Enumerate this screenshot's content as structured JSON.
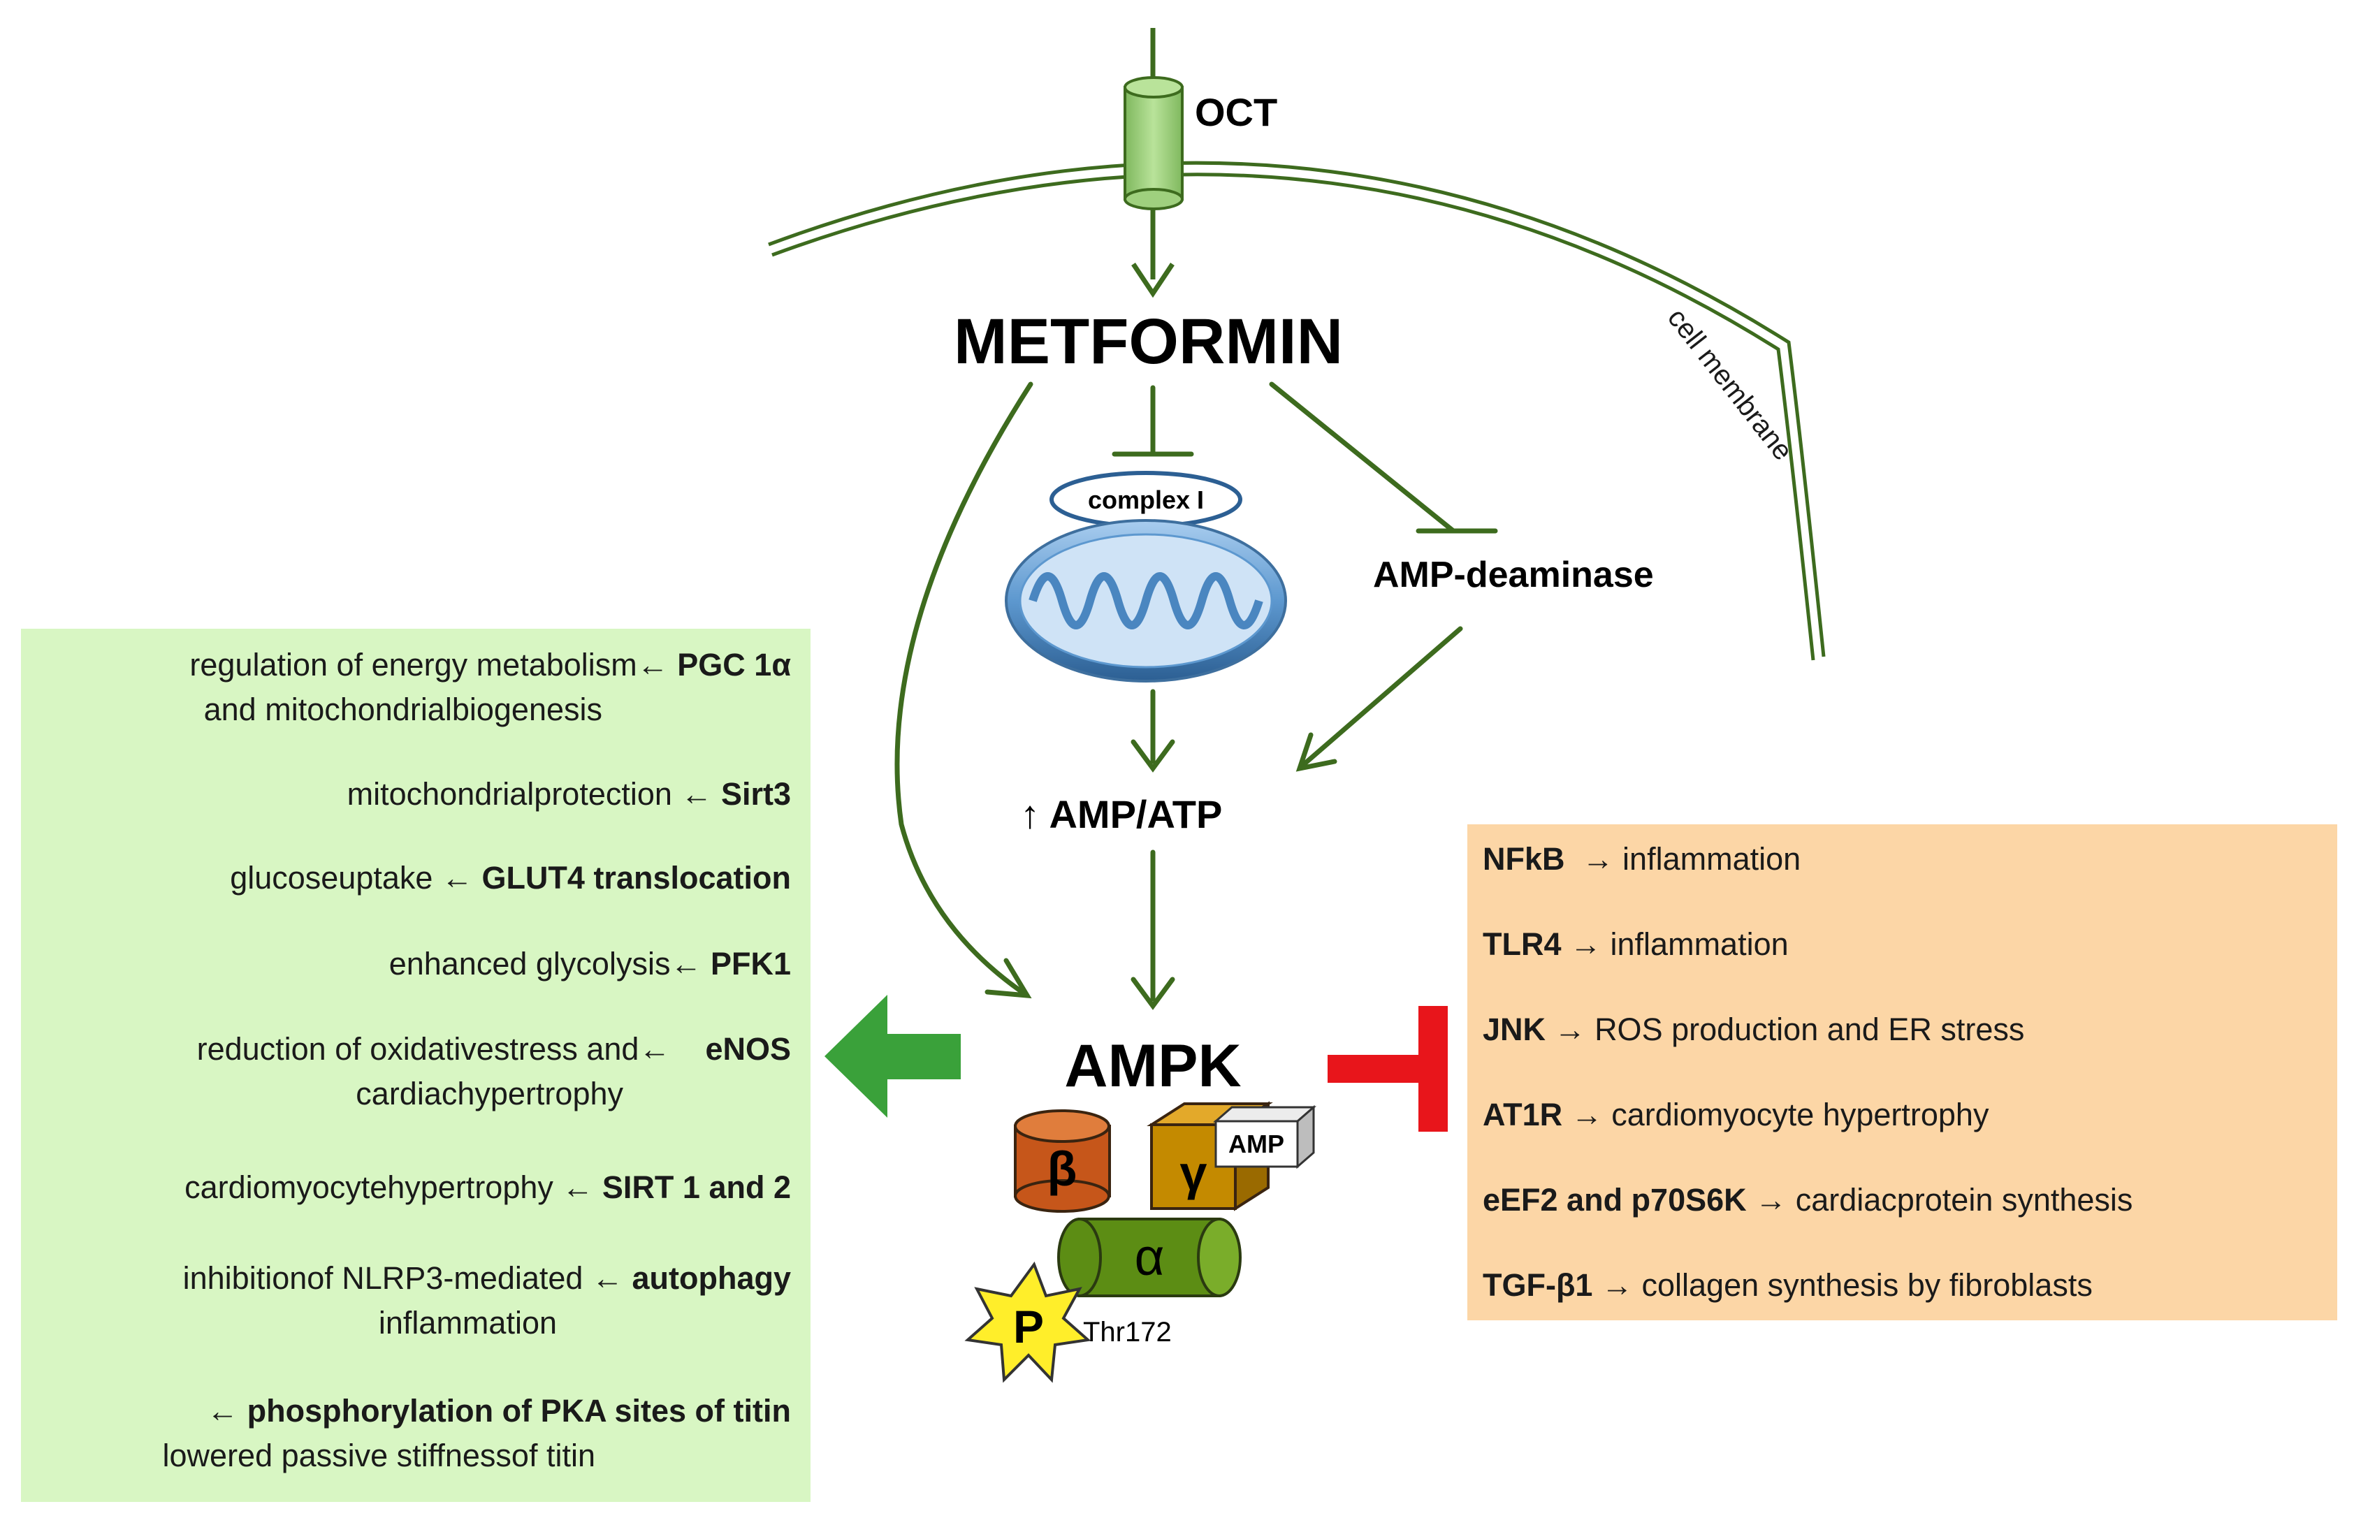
{
  "labels": {
    "oct": "OCT",
    "cell_membrane": "cell membrane",
    "metformin": "METFORMIN",
    "complex_i": "complex I",
    "amp_deaminase": "AMP-deaminase",
    "amp_atp": "↑ AMP/ATP",
    "ampk": "AMPK",
    "beta": "β",
    "gamma": "γ",
    "amp": "AMP",
    "alpha": "α",
    "p": "P",
    "thr172": "Thr172"
  },
  "left_effects": [
    {
      "text": "regulation of energy metabolism",
      "arrow": "←",
      "target": "PGC 1α",
      "sub": "and mitochondrialbiogenesis"
    },
    {
      "text": "mitochondrialprotection",
      "arrow": "←",
      "target": "Sirt3",
      "sub": ""
    },
    {
      "text": "glucoseuptake",
      "arrow": "←",
      "target": "GLUT4 translocation",
      "sub": ""
    },
    {
      "text": "enhanced glycolysis",
      "arrow": "←",
      "target": "PFK1",
      "sub": ""
    },
    {
      "text": "reduction of oxidativestress and",
      "arrow": "←",
      "target": "eNOS",
      "sub": "cardiachypertrophy"
    },
    {
      "text": "cardiomyocytehypertrophy",
      "arrow": "←",
      "target": "SIRT 1 and 2",
      "sub": ""
    },
    {
      "text": "inhibitionof NLRP3-mediated",
      "arrow": "←",
      "target": "autophagy",
      "sub": "inflammation"
    },
    {
      "text": "",
      "arrow": "←",
      "target": "phosphorylation  of PKA sites of titin",
      "sub": "lowered passive stiffnessof titin"
    }
  ],
  "right_effects": [
    {
      "source": "NFkB",
      "arrow": "→",
      "text": "inflammation"
    },
    {
      "source": "TLR4",
      "arrow": "→",
      "text": "inflammation"
    },
    {
      "source": "JNK",
      "arrow": "→",
      "text": "ROS production and ER stress"
    },
    {
      "source": "AT1R",
      "arrow": "→",
      "text": "cardiomyocyte hypertrophy"
    },
    {
      "source": "eEF2 and p70S6K",
      "arrow": "→",
      "text": "cardiacprotein synthesis"
    },
    {
      "source": "TGF-β1",
      "arrow": "→",
      "text": "collagen synthesis by fibroblasts"
    }
  ],
  "colors": {
    "pathway_arrow": "#3d6b1e",
    "activation_arrow": "#3aa13a",
    "inhibition_bar": "#e8151b",
    "left_panel": "#d8f6c3",
    "right_panel": "#fcd6a6",
    "channel": "#9fd07e",
    "beta_subunit": "#c6561a",
    "gamma_subunit": "#c48a00",
    "alpha_subunit": "#5c8d14",
    "phosphate_star": "#ffee2a"
  }
}
